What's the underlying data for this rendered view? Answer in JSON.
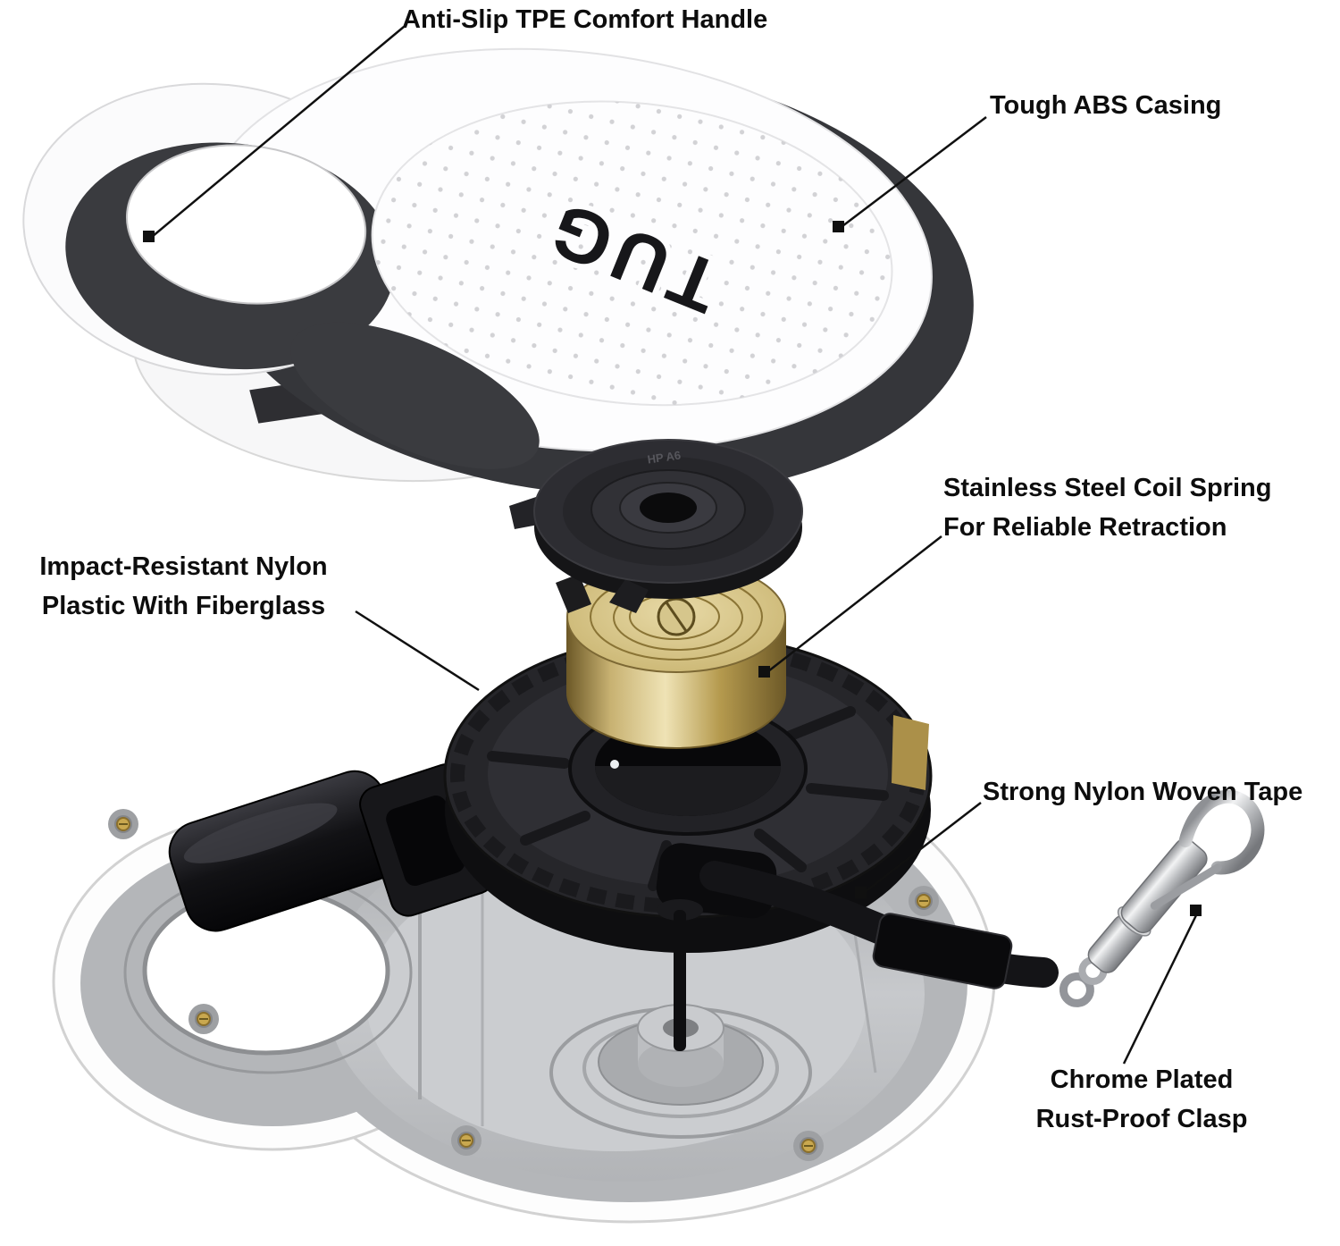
{
  "brand": "TUG",
  "spring_cover_marking": "HP A6",
  "callouts": {
    "handle": {
      "label": "Anti-Slip TPE Comfort Handle"
    },
    "casing": {
      "label": "Tough ABS Casing"
    },
    "spring": {
      "line1": "Stainless Steel Coil Spring",
      "line2": "For Reliable Retraction"
    },
    "nylon": {
      "line1": "Impact-Resistant Nylon",
      "line2": "Plastic With Fiberglass"
    },
    "tape": {
      "label": "Strong Nylon Woven Tape"
    },
    "clasp": {
      "line1": "Chrome Plated",
      "line2": "Rust-Proof Clasp"
    }
  },
  "colors": {
    "background": "#ffffff",
    "text": "#0d0d0d",
    "casing_dark": "#35363a",
    "spool_dark": "#1d1d20",
    "spring_gold": "#c9b272",
    "shell_gray": "#b6b8bb",
    "chrome": "#c9cbcd",
    "screw_gold": "#c9a84f"
  }
}
